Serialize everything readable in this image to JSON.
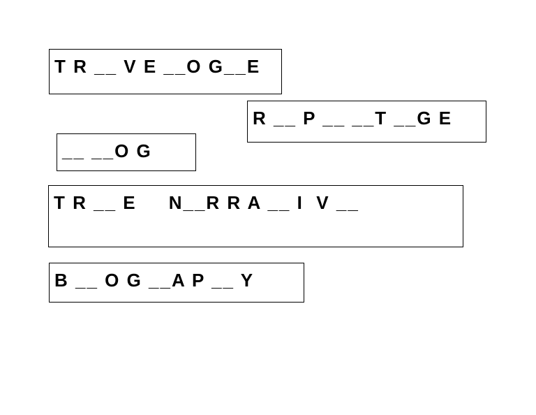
{
  "words": [
    {
      "text": "T R __ V E __O G__E"
    },
    {
      "text": "R __ P __ __T __G E"
    },
    {
      "text": "__ __O G"
    },
    {
      "text": "T R __ E     N__R R A __ I  V __"
    },
    {
      "text": "B __ O G __A P __ Y"
    }
  ]
}
